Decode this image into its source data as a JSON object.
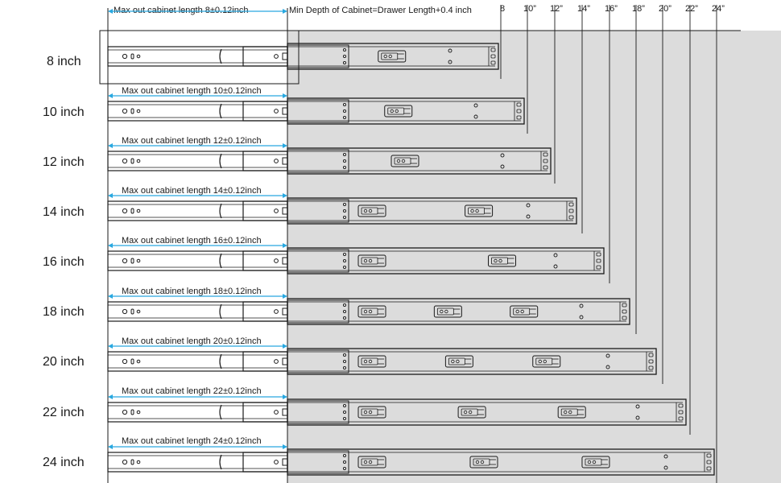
{
  "header": {
    "max_out_label": "Max out cabinet length 8±0.12inch",
    "min_depth_label": "Min Depth of Cabinet=Drawer Length+0.4 inch"
  },
  "depth_markers": [
    "8",
    "10”",
    "12”",
    "14”",
    "16”",
    "18”",
    "20”",
    "22”",
    "24”"
  ],
  "rows": [
    {
      "label": "8 inch",
      "max_out": ""
    },
    {
      "label": "10 inch",
      "max_out": "Max out cabinet length 10±0.12inch"
    },
    {
      "label": "12 inch",
      "max_out": "Max out cabinet length 12±0.12inch"
    },
    {
      "label": "14 inch",
      "max_out": "Max out cabinet length 14±0.12inch"
    },
    {
      "label": "16 inch",
      "max_out": "Max out cabinet length 16±0.12inch"
    },
    {
      "label": "18 inch",
      "max_out": "Max out cabinet length 18±0.12inch"
    },
    {
      "label": "20 inch",
      "max_out": "Max out cabinet length 20±0.12inch"
    },
    {
      "label": "22 inch",
      "max_out": "Max out cabinet length 22±0.12inch"
    },
    {
      "label": "24 inch",
      "max_out": "Max out cabinet length 24±0.12inch"
    }
  ],
  "colors": {
    "arrow": "#29a8e0",
    "cabinet_fill": "#dcdcdc",
    "ink": "#1a1a1a"
  }
}
